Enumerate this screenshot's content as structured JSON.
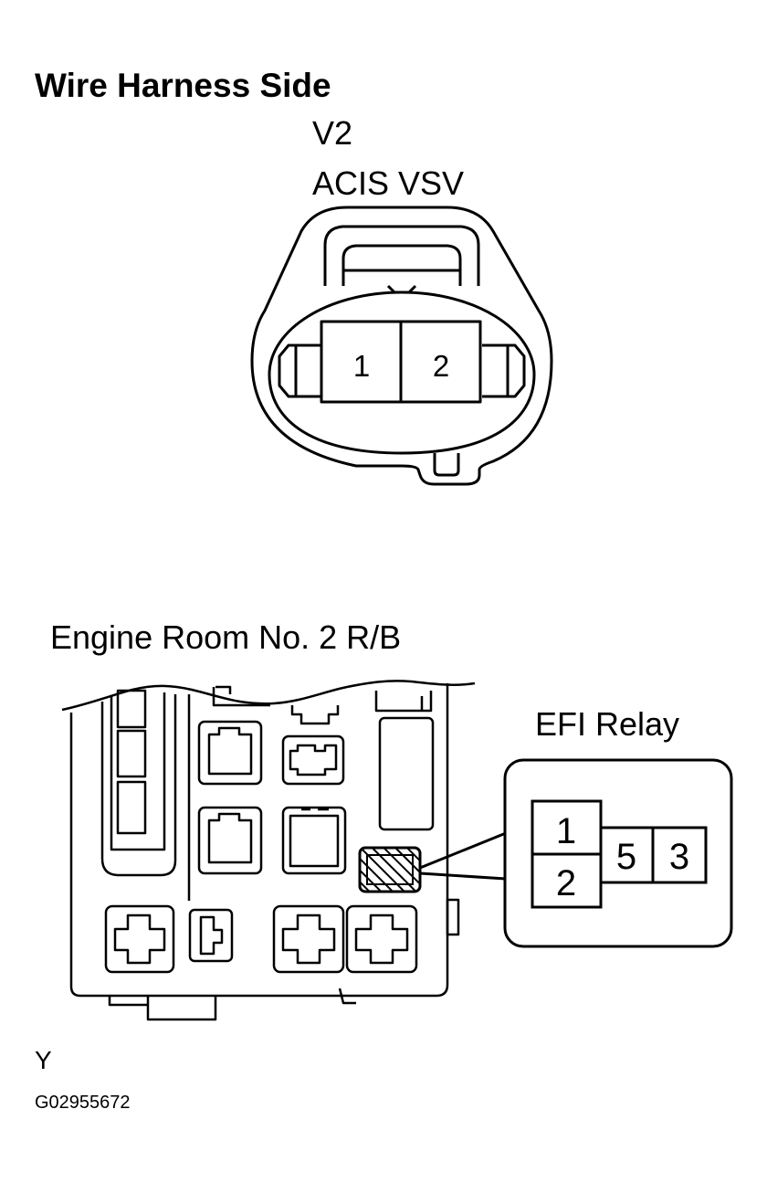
{
  "heading": "Wire Harness Side",
  "connector": {
    "code": "V2",
    "name": "ACIS VSV",
    "pins": [
      "1",
      "2"
    ]
  },
  "relay_block": {
    "title": "Engine Room No. 2 R/B",
    "relay_label": "EFI Relay",
    "relay_pins": [
      "1",
      "2",
      "5",
      "3"
    ]
  },
  "footer": {
    "view_letter": "Y",
    "figure_id": "G02955672"
  },
  "colors": {
    "ink": "#000000",
    "paper": "#ffffff"
  }
}
